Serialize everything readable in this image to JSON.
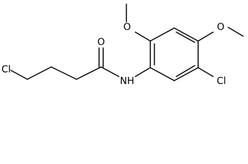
{
  "molecule": {
    "atoms": {
      "cl_left": "Cl",
      "o_carbonyl": "O",
      "nh": "NH",
      "o_methoxy_2": "O",
      "o_methoxy_4": "O",
      "cl_ring": "Cl"
    },
    "bond_color": "#000000",
    "background": "#ffffff"
  }
}
